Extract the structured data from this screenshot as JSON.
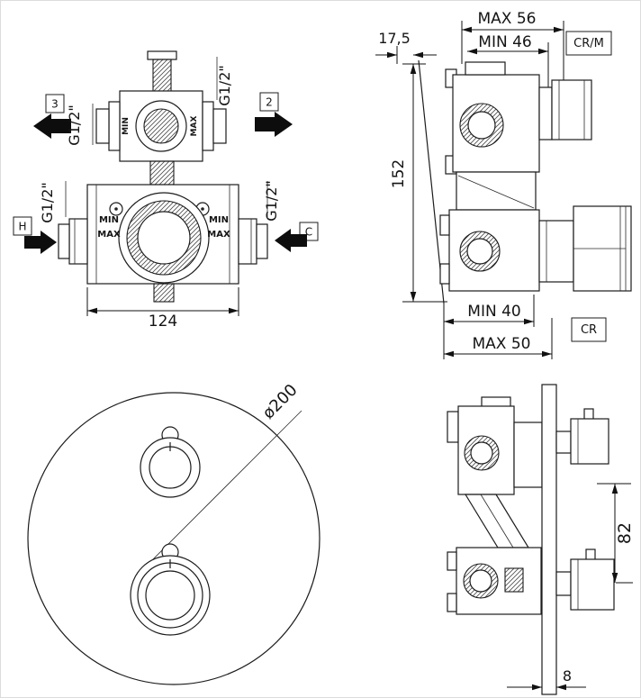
{
  "front_view": {
    "ports": {
      "p3": "3",
      "p2": "2",
      "hot": "H",
      "cold": "C"
    },
    "threads": {
      "upper_left": "G1/2\"",
      "upper_right": "G1/2\"",
      "lower_left": "G1/2\"",
      "lower_right": "G1/2\""
    },
    "labels": {
      "min": "MIN",
      "max": "MAX"
    },
    "dim_width": "124"
  },
  "side_view": {
    "dims": {
      "max_depth": "MAX 56",
      "min_depth": "MIN 46",
      "offset": "17,5",
      "height": "152",
      "min_lower": "MIN 40",
      "max_lower": "MAX 50"
    },
    "finish_codes": {
      "top": "CR/M",
      "bottom": "CR"
    }
  },
  "plate_view": {
    "dim_diameter": "ø200"
  },
  "trim_side_view": {
    "dim_spacing": "82",
    "dim_thickness": "8"
  }
}
